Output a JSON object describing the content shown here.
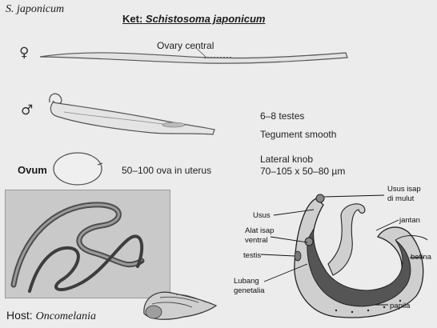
{
  "heading": {
    "species": "S. japonicum"
  },
  "key": {
    "prefix": "Ket:",
    "species": "Schistosoma japonicum"
  },
  "symbols": {
    "female": "♀",
    "male": "♂"
  },
  "female": {
    "label": "Ovary central"
  },
  "male": {
    "testes": "6–8 testes",
    "tegument": "Tegument smooth"
  },
  "ovum": {
    "label": "Ovum",
    "count": "50–100 ova in uterus",
    "knob": "Lateral knob",
    "size": "70–105 x 50–80 µm"
  },
  "anatomy": {
    "usus_isap": "Usus isap",
    "di_mulut": "di mulut",
    "usus": "Usus",
    "jantan": "jantan",
    "alat_isap": "Alat isap",
    "ventral": "ventral",
    "testis": "testis",
    "betina": "betina",
    "lubang": "Lubang",
    "genetalia": "genetalia",
    "papila": "papila"
  },
  "host": {
    "prefix": "Host:",
    "genus": "Oncomelania"
  }
}
